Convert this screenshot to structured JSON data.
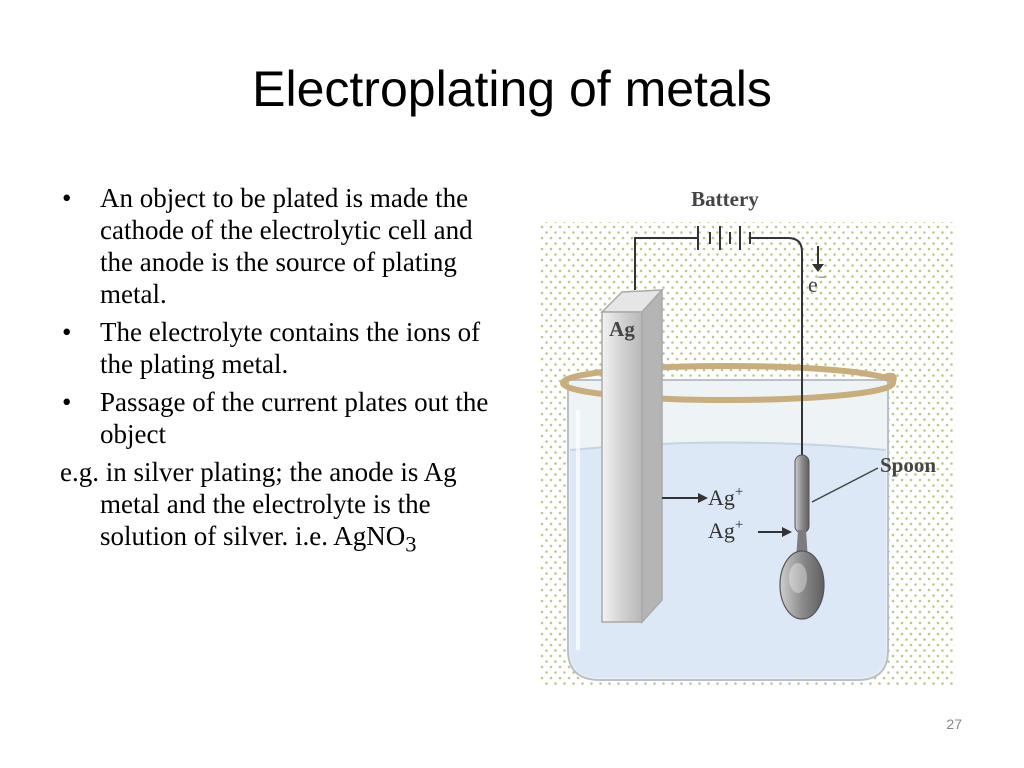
{
  "slide": {
    "title": "Electroplating of metals",
    "bullets": [
      "An object to be plated is made the cathode of the electrolytic cell and the anode is the source of plating metal.",
      "The electrolyte contains the ions of the plating metal.",
      "Passage of the current plates out the object"
    ],
    "note": {
      "text": "e.g. in silver plating; the anode is Ag metal and the electrolyte is the solution of silver. i.e. AgNO",
      "subscript": "3"
    },
    "page_number": "27"
  },
  "figure": {
    "battery_label": "Battery",
    "electron_label": "e",
    "electron_charge": "−",
    "anode_label": "Ag",
    "ion_labels": [
      "Ag",
      "Ag"
    ],
    "ion_charge": "+",
    "spoon_label": "Spoon",
    "colors": {
      "dots": "#b9c98a",
      "solution": "#dce8f5",
      "glass": "#e8eef2",
      "rim": "#c9ad7d",
      "wire": "#333333",
      "plate": "#d4d4d4",
      "spoon": "#8a8a8a"
    }
  }
}
